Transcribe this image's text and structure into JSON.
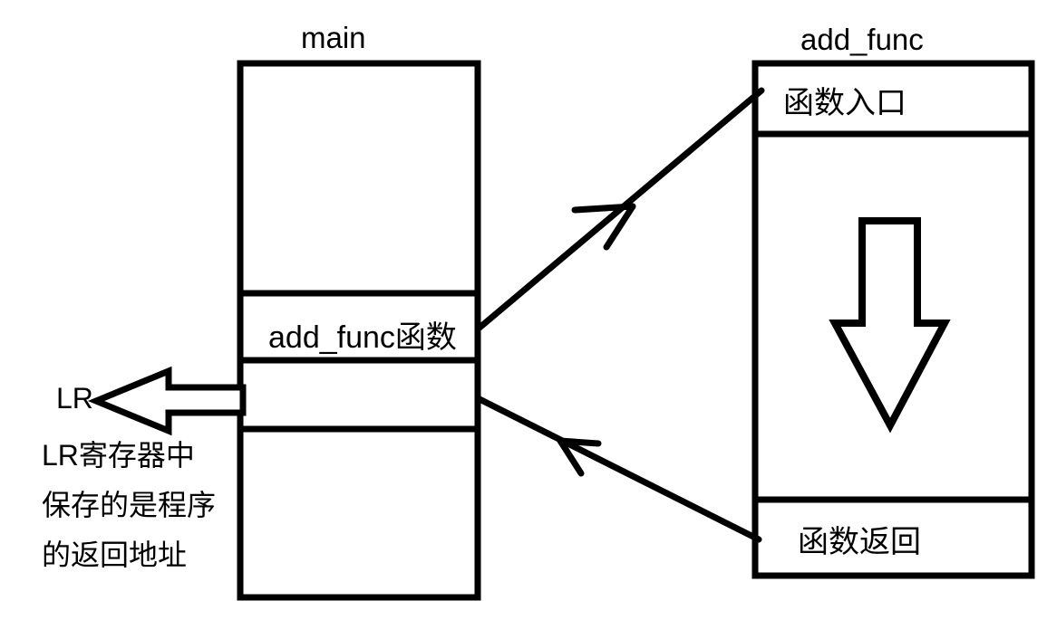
{
  "diagram": {
    "type": "function-call-flow",
    "background_color": "#ffffff",
    "stroke_color": "#000000",
    "text_color": "#000000",
    "left_block": {
      "title": "main",
      "cells": [
        {
          "label": ""
        },
        {
          "label": "add_func函数"
        },
        {
          "label": ""
        },
        {
          "label": ""
        }
      ]
    },
    "right_block": {
      "title": "add_func",
      "cells": [
        {
          "label": "函数入口"
        },
        {
          "label": ""
        },
        {
          "label": "函数返回"
        }
      ]
    },
    "lr": {
      "label": "LR",
      "note_lines": [
        "LR寄存器中",
        "保存的是程序",
        "的返回地址"
      ]
    },
    "arrows": [
      {
        "name": "call-arrow",
        "from": "main.add_func函数",
        "to": "add_func.函数入口"
      },
      {
        "name": "return-arrow",
        "from": "add_func.函数返回",
        "to": "main"
      },
      {
        "name": "lr-arrow",
        "from": "main.return-slot",
        "to": "LR"
      },
      {
        "name": "body-flow-arrow",
        "from": "add_func.函数入口",
        "to": "add_func.函数返回"
      }
    ]
  }
}
